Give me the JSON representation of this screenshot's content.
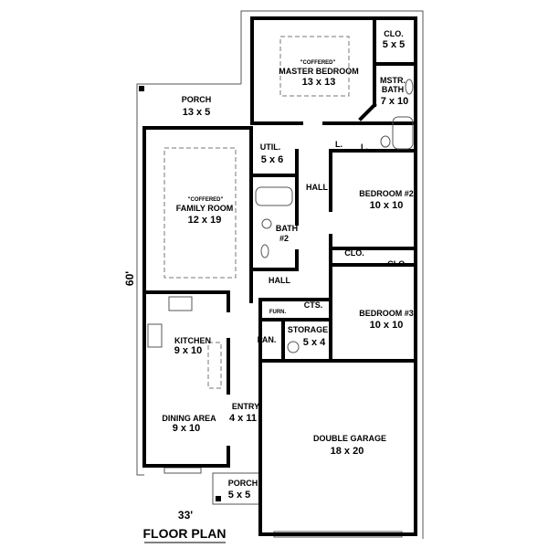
{
  "rooms": {
    "porch_rear": {
      "name": "PORCH",
      "size": "13 x 5"
    },
    "master_bedroom": {
      "note": "\"COFFERED\"",
      "name": "MASTER BEDROOM",
      "size": "13 x 13"
    },
    "master_closet": {
      "name": "CLO.",
      "size": "5 x 5"
    },
    "master_bath": {
      "name1": "MSTR.",
      "name2": "BATH",
      "size": "7 x 10"
    },
    "linen1": {
      "name": "L."
    },
    "linen2": {
      "name": "L."
    },
    "utility": {
      "name": "UTIL.",
      "size": "5 x 6"
    },
    "hall_upper": {
      "name": "HALL"
    },
    "bedroom2": {
      "name": "BEDROOM #2",
      "size": "10 x 10"
    },
    "family_room": {
      "note": "\"COFFERED\"",
      "name": "FAMILY ROOM",
      "size": "12 x 19"
    },
    "bath2": {
      "name1": "BATH",
      "name2": "#2"
    },
    "closet_b2": {
      "name": "CLO."
    },
    "closet_b3": {
      "name": "CLO."
    },
    "hall_lower": {
      "name": "HALL"
    },
    "furnace": {
      "name": "FURN."
    },
    "cts": {
      "name": "CTS."
    },
    "bedroom3": {
      "name": "BEDROOM #3",
      "size": "10 x 10"
    },
    "storage": {
      "name": "STORAGE",
      "size": "5 x 4"
    },
    "pantry": {
      "name": "PAN."
    },
    "kitchen": {
      "name": "KITCHEN",
      "size": "9 x 10"
    },
    "entry": {
      "name": "ENTRY",
      "size": "4 x 11"
    },
    "dining": {
      "name": "DINING AREA",
      "size": "9 x 10"
    },
    "garage": {
      "name": "DOUBLE GARAGE",
      "size": "18  x 20"
    },
    "porch_front": {
      "name": "PORCH",
      "size": "5 x 5"
    }
  },
  "dimensions": {
    "depth": "60'",
    "width": "33'"
  },
  "title": "FLOOR PLAN"
}
